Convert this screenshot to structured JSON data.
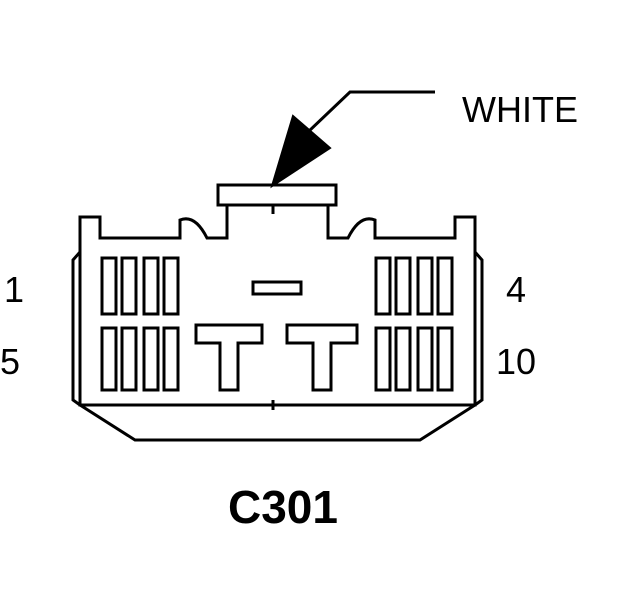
{
  "connector": {
    "id": "C301",
    "color_label": "WHITE"
  },
  "pin_labels": {
    "top_left": "1",
    "top_right": "4",
    "bottom_left": "5",
    "bottom_right": "10"
  },
  "colors": {
    "line": "#000000",
    "background": "#ffffff"
  }
}
